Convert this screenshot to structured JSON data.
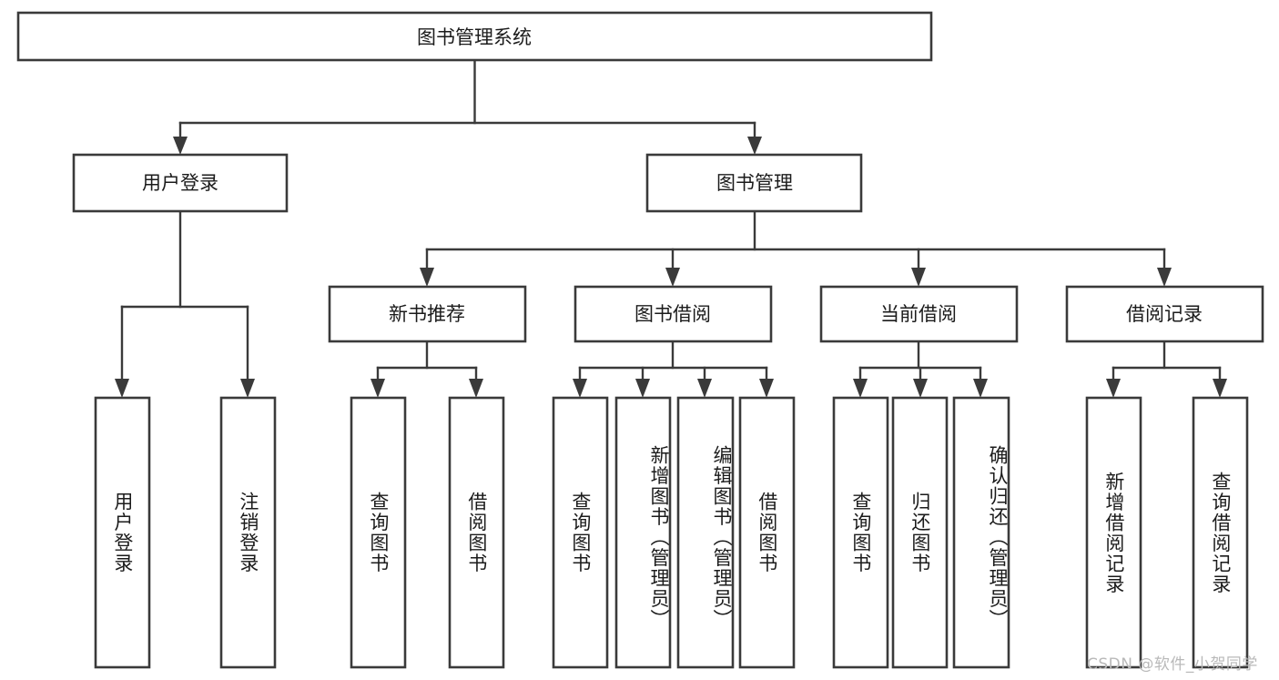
{
  "diagram": {
    "title": "图书管理系统",
    "type": "hierarchy-tree",
    "colors": {
      "box_stroke": "#3a3a3a",
      "box_fill": "#ffffff",
      "text": "#1b1b1b",
      "connector": "#3a3a3a",
      "background": "#ffffff",
      "watermark": "#b9b9b9"
    },
    "root": {
      "label": "图书管理系统"
    },
    "level2": [
      {
        "label": "用户登录"
      },
      {
        "label": "图书管理"
      }
    ],
    "level3": [
      {
        "label": "新书推荐"
      },
      {
        "label": "图书借阅"
      },
      {
        "label": "当前借阅"
      },
      {
        "label": "借阅记录"
      }
    ],
    "leaves": {
      "user_login": [
        {
          "label": "用户登录"
        },
        {
          "label": "注销登录"
        }
      ],
      "new_book_recommend": [
        {
          "label": "查询图书"
        },
        {
          "label": "借阅图书"
        }
      ],
      "book_borrow": [
        {
          "label": "查询图书"
        },
        {
          "label": "新增图书（管理员）"
        },
        {
          "label": "编辑图书（管理员）"
        },
        {
          "label": "借阅图书"
        }
      ],
      "current_borrow": [
        {
          "label": "查询图书"
        },
        {
          "label": "归还图书"
        },
        {
          "label": "确认归还（管理员）"
        }
      ],
      "borrow_record": [
        {
          "label": "新增借阅记录"
        },
        {
          "label": "查询借阅记录"
        }
      ]
    }
  },
  "watermark": {
    "text": "CSDN @软件_小贺同学"
  }
}
